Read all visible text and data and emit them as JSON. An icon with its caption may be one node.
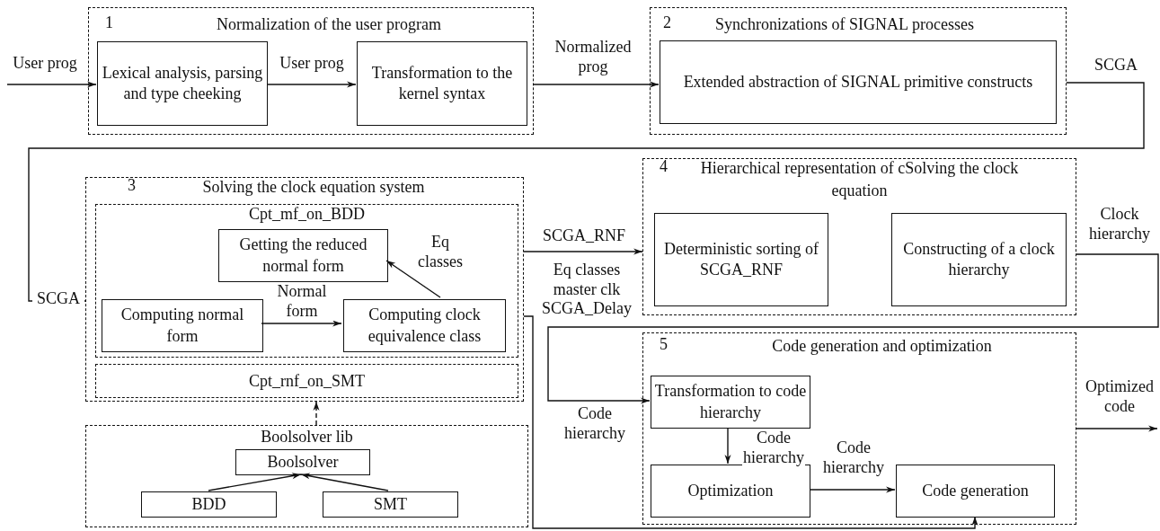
{
  "diagram": {
    "nodes": [
      {
        "text": [
          "1",
          "Normalization of the user program"
        ]
      },
      {
        "text": [
          "Lexical analysis, parsing and type cheeking"
        ],
        "in": 0
      },
      {
        "text": [
          "Transformation to the kernel syntax"
        ],
        "in": 0
      },
      {
        "text": [
          "2",
          "Synchronizations of SIGNAL processes"
        ]
      },
      {
        "text": [
          "Extended abstraction of SIGNAL primitive constructs"
        ],
        "in": 3
      },
      {
        "text": [
          "3",
          "Solving the clock equation system"
        ]
      },
      {
        "text": [
          "Cpt_mf_on_BDD"
        ],
        "in": 5
      },
      {
        "text": [
          "Getting the reduced normal form"
        ],
        "in": 6
      },
      {
        "text": [
          "Computing normal form"
        ],
        "in": 6
      },
      {
        "text": [
          "Computing clock equivalence class"
        ],
        "in": 6
      },
      {
        "text": [
          "Cpt_rnf_on_SMT"
        ],
        "in": 5
      },
      {
        "text": [
          "4",
          "Hierarchical representation of cSolving the clock equation"
        ]
      },
      {
        "text": [
          "Deterministic sorting of SCGA_RNF"
        ],
        "in": 11
      },
      {
        "text": [
          "Constructing of a clock hierarchy"
        ],
        "in": 11
      },
      {
        "text": [
          "Boolsolver lib"
        ]
      },
      {
        "text": [
          "Boolsolver"
        ],
        "in": 14
      },
      {
        "text": [
          "BDD"
        ],
        "in": 14
      },
      {
        "text": [
          "SMT"
        ],
        "in": 14
      },
      {
        "text": [
          "5",
          "Code generation and optimization"
        ]
      },
      {
        "text": [
          "Transformation to code hierarchy"
        ],
        "in": 18
      },
      {
        "text": [
          "Optimization"
        ],
        "in": 18
      },
      {
        "text": [
          "Code generation"
        ],
        "in": 18
      }
    ],
    "edges": [
      {
        "from": null,
        "to": 1,
        "arrow": "to",
        "label": "User prog"
      },
      {
        "from": 1,
        "to": 2,
        "arrow": "to",
        "label": "User prog"
      },
      {
        "from": 0,
        "to": 4,
        "arrow": "to",
        "label": "Normalized prog"
      },
      {
        "from": 3,
        "to": 5,
        "arrow": "to",
        "label": "SCGA"
      },
      {
        "from": 8,
        "to": 9,
        "arrow": "to",
        "label": "Normal form"
      },
      {
        "from": 9,
        "to": 7,
        "arrow": "to",
        "label": "Eq classes"
      },
      {
        "from": 14,
        "to": 5,
        "arrow": "to",
        "style": "dashed"
      },
      {
        "from": 16,
        "to": 15,
        "arrow": "to"
      },
      {
        "from": 17,
        "to": 15,
        "arrow": "to"
      },
      {
        "from": 5,
        "to": 11,
        "arrow": "to",
        "label": "SCGA_RNF"
      },
      {
        "from": 5,
        "to": 21,
        "arrow": "to",
        "label": "Eq classes master clk SCGA_Delay"
      },
      {
        "from": 11,
        "to": 19,
        "arrow": "to",
        "label": "Clock hierarchy"
      },
      {
        "from": 19,
        "to": 20,
        "arrow": "to",
        "label": "Code hierarchy"
      },
      {
        "from": 20,
        "to": 21,
        "arrow": "to",
        "label": "Code hierarchy"
      },
      {
        "from": 18,
        "to": null,
        "arrow": "to",
        "label": "Optimized code"
      }
    ],
    "labels": [
      "SCGA",
      "Code hierarchy"
    ]
  }
}
